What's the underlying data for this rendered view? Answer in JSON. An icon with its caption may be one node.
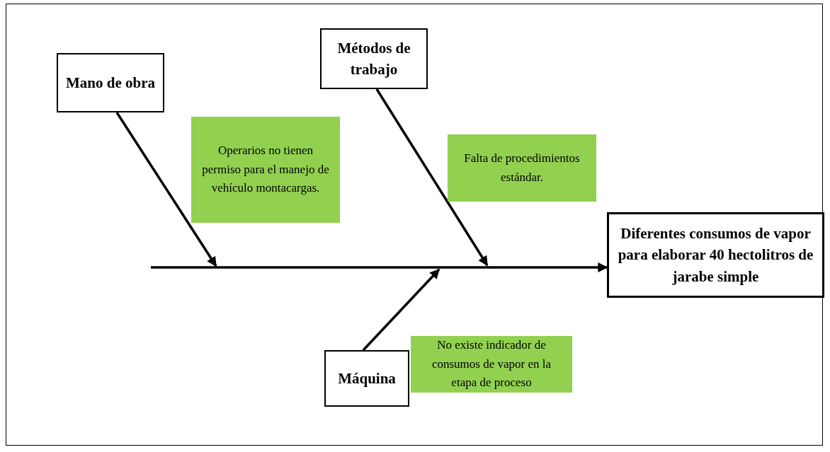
{
  "diagram": {
    "nodes": [
      {
        "text": [
          "Mano de obra"
        ]
      },
      {
        "text": [
          "Métodos de trabajo"
        ]
      },
      {
        "text": [
          "Diferentes consumos de vapor para elaborar 40 hectolitros de jarabe simple"
        ]
      },
      {
        "text": [
          "Máquina"
        ]
      },
      {
        "text": [
          "Operarios no tienen permiso para el manejo de vehículo montacargas."
        ]
      },
      {
        "text": [
          "Falta de procedimientos estándar."
        ]
      },
      {
        "text": [
          "No existe indicador de consumos de vapor en la etapa de proceso"
        ]
      }
    ],
    "edges": [
      {
        "from": 0,
        "to": null,
        "arrow": "to"
      },
      {
        "from": 1,
        "to": null,
        "arrow": "to"
      },
      {
        "from": 3,
        "to": null,
        "arrow": "to"
      },
      {
        "from": null,
        "to": 2,
        "arrow": "to"
      }
    ]
  }
}
